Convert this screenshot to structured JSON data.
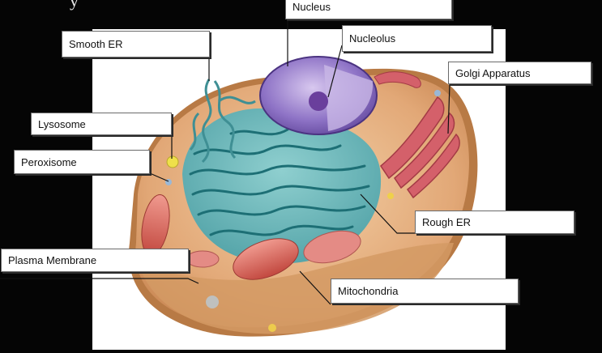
{
  "labels": {
    "nucleus": "Nucleus",
    "nucleolus": "Nucleolus",
    "smooth_er": "Smooth ER",
    "golgi": "Golgi Apparatus",
    "lysosome": "Lysosome",
    "peroxisome": "Peroxisome",
    "rough_er": "Rough ER",
    "plasma_membrane": "Plasma Membrane",
    "mitochondria": "Mitochondria"
  },
  "colors": {
    "background": "#050505",
    "cytoplasm": "#e2a877",
    "membrane": "#c98a55",
    "er": "#1f7f85",
    "nucleus": "#7a5fb0",
    "mitochondria": "#d9675f",
    "golgi": "#c9535a"
  }
}
